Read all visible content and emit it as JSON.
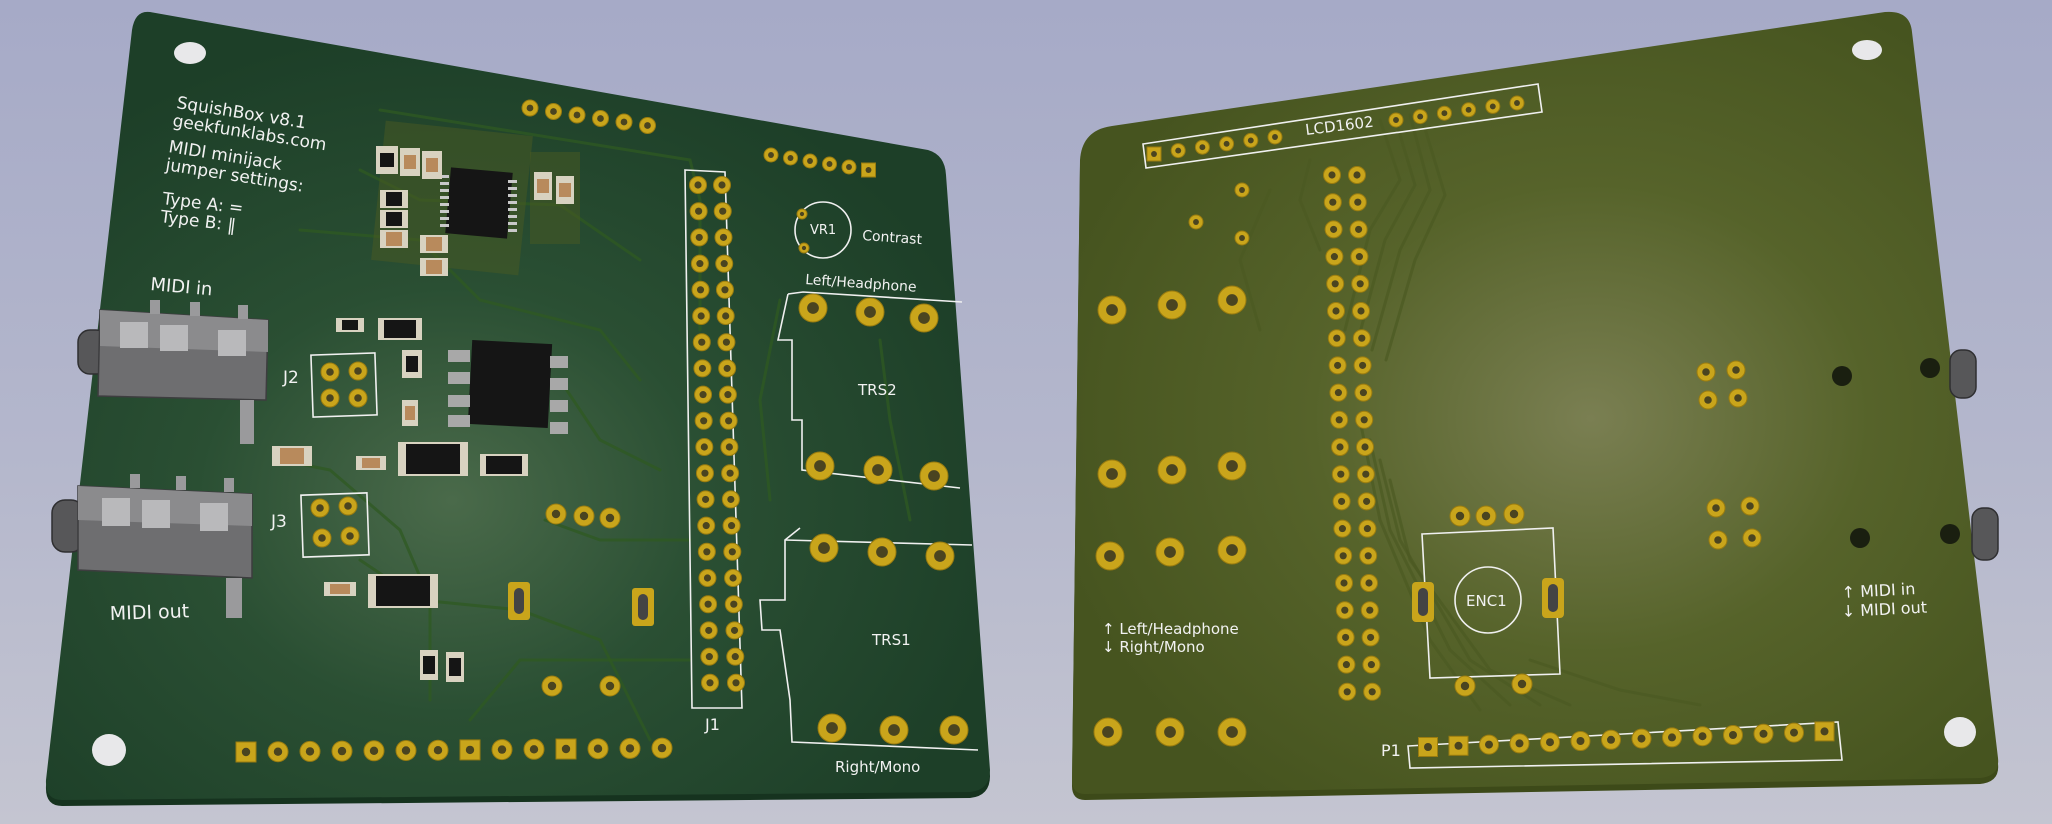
{
  "front_board": {
    "title_line1": "SquishBox v8.1",
    "title_line2": "geekfunklabs.com",
    "jumper_line1": "MIDI minijack",
    "jumper_line2": "jumper settings:",
    "type_a": "Type A: =",
    "type_b": "Type B: ‖",
    "midi_in": "MIDI in",
    "midi_out": "MIDI out",
    "j2": "J2",
    "j3": "J3",
    "j1": "J1",
    "vr1": "VR1",
    "contrast": "Contrast",
    "left_headphone": "Left/Headphone",
    "trs2": "TRS2",
    "trs1": "TRS1",
    "right_mono": "Right/Mono"
  },
  "back_board": {
    "lcd": "LCD1602",
    "enc1": "ENC1",
    "p1": "P1",
    "jack_top_label": "↑ Left/Headphone",
    "jack_bottom_label": "↓ Right/Mono",
    "midi_in_label": "↑ MIDI in",
    "midi_out_label": "↓ MIDI out"
  },
  "colors": {
    "front_mask": "#21452a",
    "back_mask": "#4d5a23",
    "copper_pad": "#c9a51b",
    "background": "#b0b3ca"
  }
}
